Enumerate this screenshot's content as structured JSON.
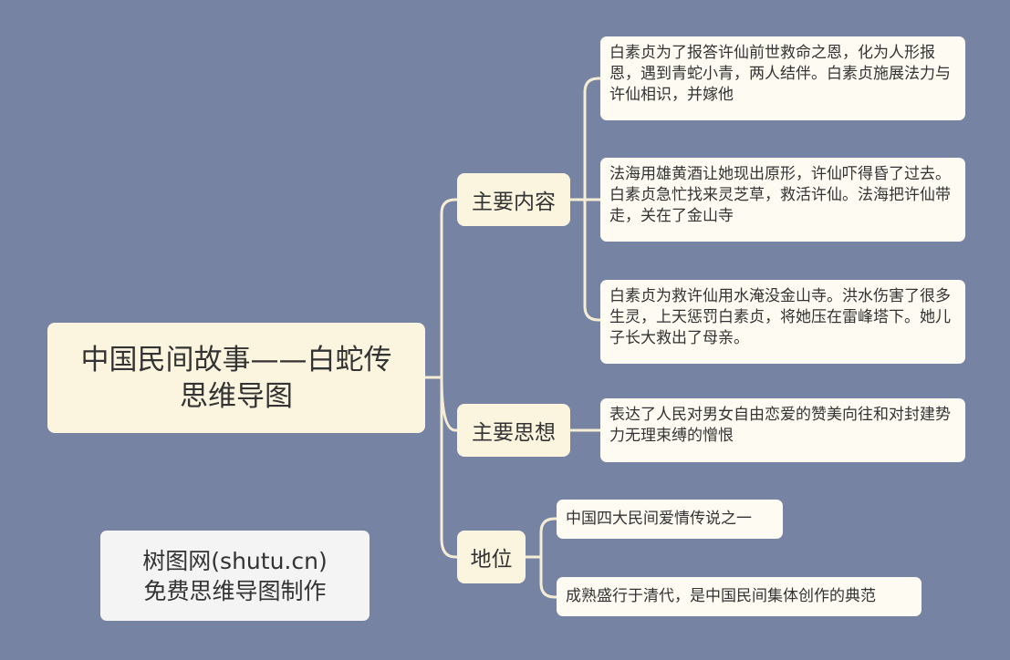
{
  "root": {
    "line1": "中国民间故事——白蛇传",
    "line2": "思维导图"
  },
  "branches": [
    {
      "label": "主要内容",
      "leaves": [
        "白素贞为了报答许仙前世救命之恩，化为人形报恩，遇到青蛇小青，两人结伴。白素贞施展法力与许仙相识，并嫁他",
        "法海用雄黄酒让她现出原形，许仙吓得昏了过去。白素贞急忙找来灵芝草，救活许仙。法海把许仙带走，关在了金山寺",
        "白素贞为救许仙用水淹没金山寺。洪水伤害了很多生灵，上天惩罚白素贞，将她压在雷峰塔下。她儿子长大救出了母亲。"
      ]
    },
    {
      "label": "主要思想",
      "leaves": [
        "表达了人民对男女自由恋爱的赞美向往和对封建势力无理束缚的憎恨"
      ]
    },
    {
      "label": "地位",
      "leaves": [
        "中国四大民间爱情传说之一",
        "成熟盛行于清代，是中国民间集体创作的典范"
      ]
    }
  ],
  "watermark": {
    "line1": "树图网(shutu.cn)",
    "line2": "免费思维导图制作"
  },
  "colors": {
    "background": "#7783a3",
    "node": "#fbf5df",
    "leaf": "#fefcf2",
    "connector": "#f6eed4",
    "text": "#333333"
  }
}
